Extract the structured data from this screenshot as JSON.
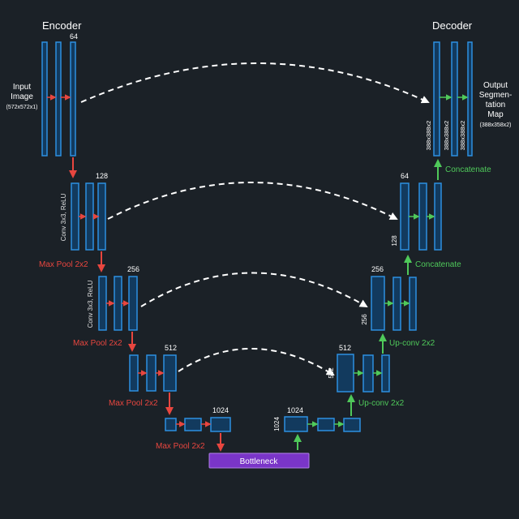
{
  "headings": {
    "encoder": "Encoder",
    "decoder": "Decoder"
  },
  "input": {
    "line1": "Input",
    "line2": "Image",
    "size": "(572x572x1)"
  },
  "output": {
    "line1": "Output",
    "line2": "Segmen-",
    "line3": "tation",
    "line4": "Map",
    "size": "(388x358x2)"
  },
  "encoder_blocks": [
    {
      "channels": "64",
      "side": ""
    },
    {
      "channels": "128",
      "side": "Conv 3x3, ReLU"
    },
    {
      "channels": "256",
      "side": "Conv 3x3, ReLU"
    },
    {
      "channels": "512",
      "side": ""
    },
    {
      "channels": "1024",
      "side": ""
    }
  ],
  "decoder_blocks": [
    {
      "top": "",
      "side": "",
      "col_labels": [
        "388x388x2",
        "388x388x2",
        "388x388x2"
      ]
    },
    {
      "top": "64",
      "side": "128"
    },
    {
      "top": "256",
      "side": "256"
    },
    {
      "top": "512",
      "side": "512"
    },
    {
      "top": "1024",
      "side": "1024"
    }
  ],
  "pool_labels": [
    "Max Pool 2x2",
    "Max Pool 2x2",
    "Max Pool 2x2",
    "Max Pool 2x2"
  ],
  "up_labels": [
    "Concatenate",
    "Concatenate",
    "Up-conv 2x2",
    "Up-conv 2x2"
  ],
  "bottleneck": "Bottleneck",
  "colors": {
    "background": "#1b2127",
    "block_fill": "#123a5e",
    "block_stroke": "#2c8fe0",
    "pool_arrow": "#e8463f",
    "up_arrow": "#4fc95a",
    "bottleneck_fill": "#7a35c8",
    "skip": "#ffffff"
  }
}
